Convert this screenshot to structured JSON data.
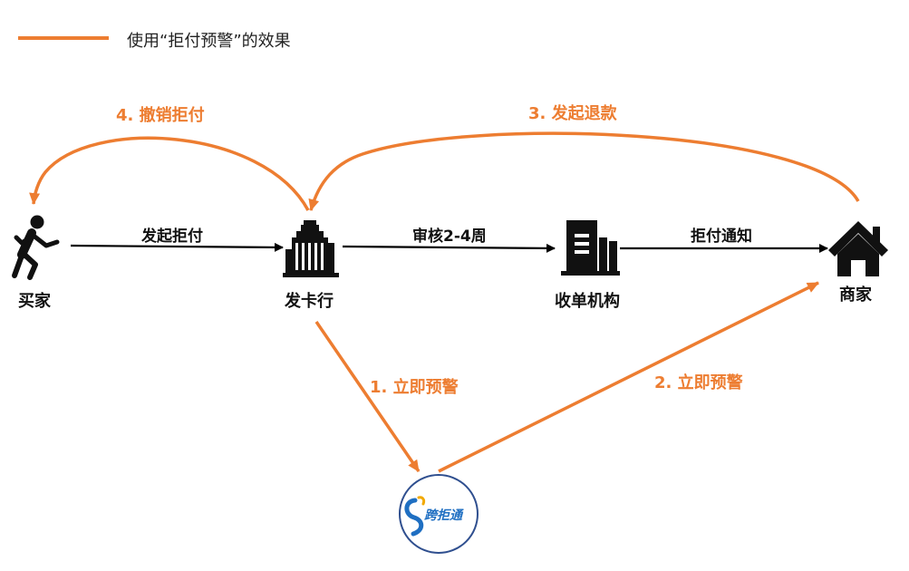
{
  "legend": {
    "color": "#ED7D31",
    "text": "使用“拒付预警”的效果"
  },
  "nodes": {
    "buyer": "买家",
    "issuer": "发卡行",
    "acquirer": "收单机构",
    "merchant": "商家",
    "service": "跨拒通"
  },
  "edges": {
    "initiate_chargeback": "发起拒付",
    "review": "审核2-4周",
    "chargeback_notice": "拒付通知",
    "alert_1": "1. 立即预警",
    "alert_2": "2. 立即预警",
    "refund": "3. 发起退款",
    "cancel_chargeback": "4. 撤销拒付"
  },
  "colors": {
    "accent": "#ED7D31",
    "flow": "#000000",
    "logo": "#1f6fc2",
    "ring": "#2f4f8f"
  },
  "icons": {
    "buyer": "running-person-icon",
    "issuer": "bank-building-icon",
    "acquirer": "office-building-icon",
    "merchant": "house-icon",
    "service": "kujutong-logo-icon"
  }
}
